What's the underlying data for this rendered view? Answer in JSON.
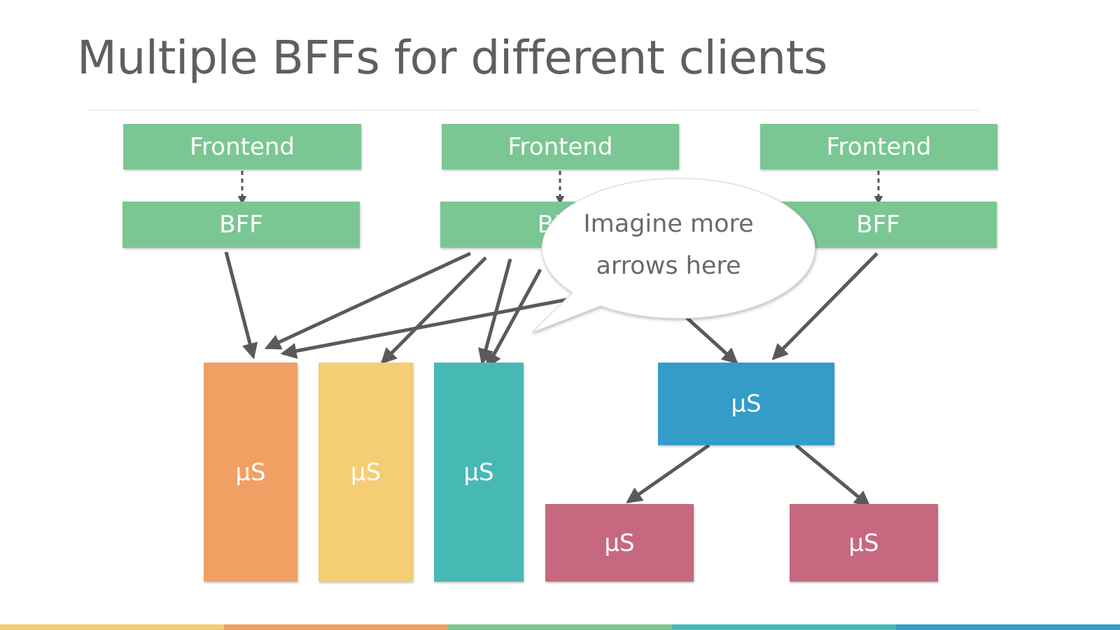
{
  "title": "Multiple BFFs for different clients",
  "frontends": [
    {
      "label": "Frontend"
    },
    {
      "label": "Frontend"
    },
    {
      "label": "Frontend"
    }
  ],
  "bffs": [
    {
      "label": "BFF"
    },
    {
      "label": "BFF"
    },
    {
      "label": "BFF"
    }
  ],
  "bubble": {
    "line1": "Imagine more",
    "line2": "arrows here"
  },
  "services": [
    {
      "label": "μS",
      "color": "#f0a062"
    },
    {
      "label": "μS",
      "color": "#f5cd72"
    },
    {
      "label": "μS",
      "color": "#47b9b5"
    },
    {
      "label": "μS",
      "color": "#339cc8"
    },
    {
      "label": "μS",
      "color": "#c6687f"
    },
    {
      "label": "μS",
      "color": "#c6687f"
    }
  ],
  "colors": {
    "box_green": "#7ac793",
    "arrow": "#5a5a5a",
    "title": "#5f5f5f",
    "footer": [
      "#f5cd72",
      "#f0a062",
      "#7ac793",
      "#47b9b5",
      "#339cc8"
    ]
  }
}
